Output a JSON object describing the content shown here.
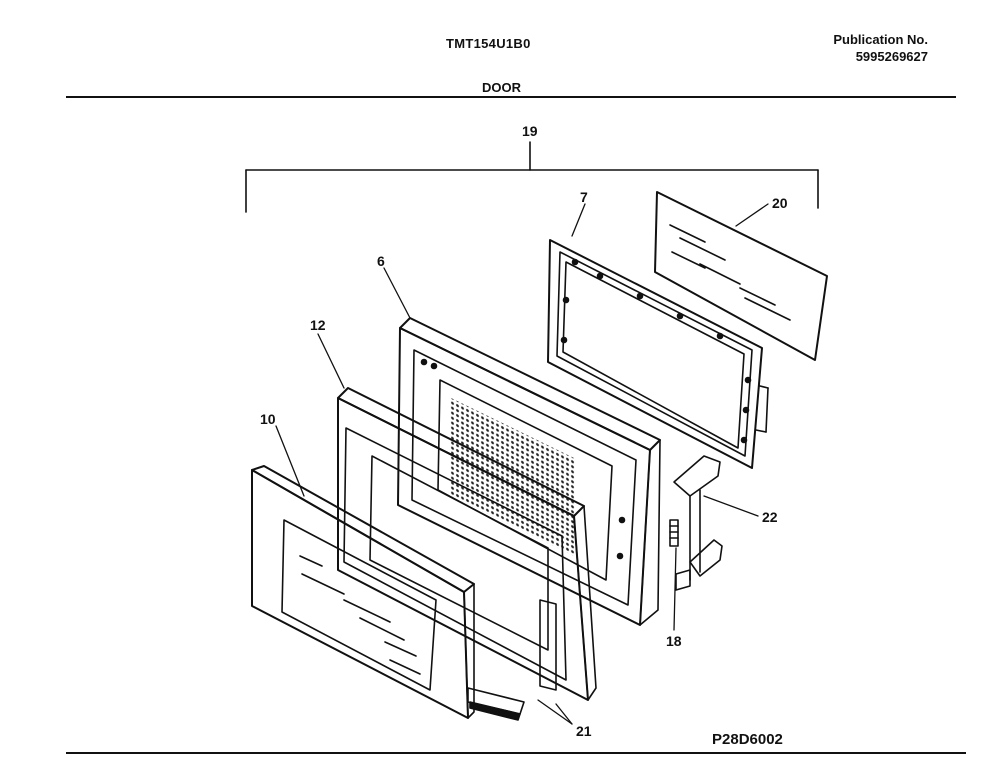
{
  "header": {
    "model_number": "TMT154U1B0",
    "publication_label": "Publication No.",
    "publication_number": "5995269627",
    "section_title": "DOOR"
  },
  "footer": {
    "drawing_id": "P28D6002"
  },
  "callouts": {
    "assembly": "19",
    "frame": "7",
    "glass": "20",
    "door_panel": "6",
    "choke_frame": "12",
    "outer_door": "10",
    "latch": "22",
    "spring": "18",
    "seal_strips": "21"
  },
  "colors": {
    "line": "#111111",
    "background": "#ffffff"
  }
}
